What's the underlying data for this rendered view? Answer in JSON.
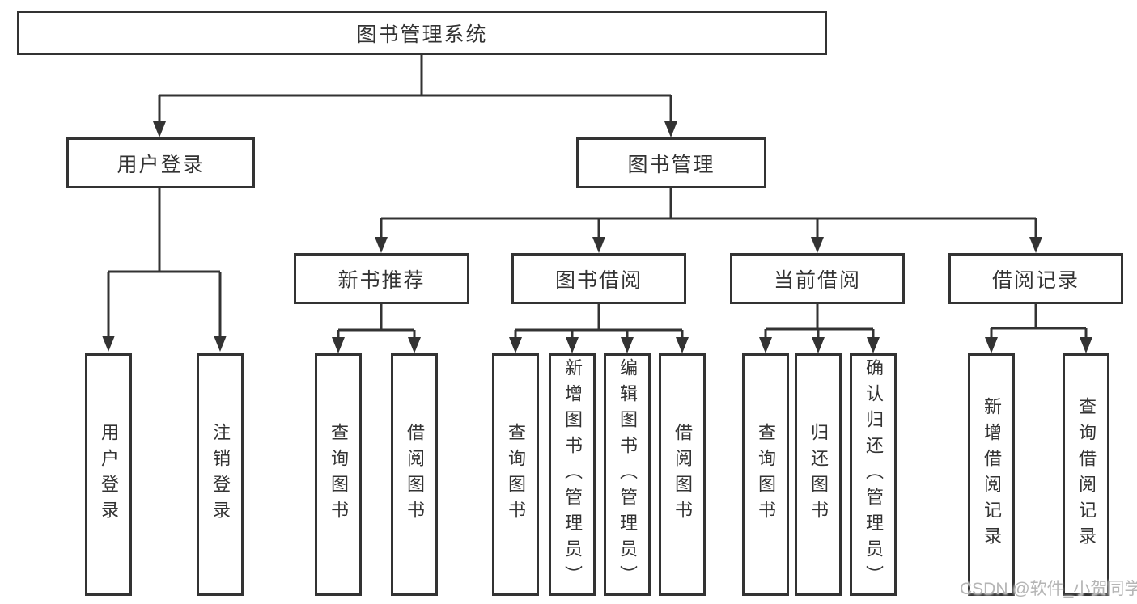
{
  "diagram": {
    "title": "图书管理系统",
    "level2": {
      "user_login": "用户登录",
      "book_mgmt": "图书管理"
    },
    "level3": {
      "new_books": "新书推荐",
      "book_borrow": "图书借阅",
      "current_borrow": "当前借阅",
      "borrow_records": "借阅记录"
    },
    "leaves": {
      "user_login": [
        "用户登录",
        "注销登录"
      ],
      "new_books": [
        "查询图书",
        "借阅图书"
      ],
      "book_borrow": [
        "查询图书",
        "新增图书（管理员）",
        "编辑图书（管理员）",
        "借阅图书"
      ],
      "current_borrow": [
        "查询图书",
        "归还图书",
        "确认归还（管理员）"
      ],
      "borrow_records": [
        "新增借阅记录",
        "查询借阅记录"
      ]
    }
  },
  "watermark": {
    "text": "CSDN @软件_小贺同学"
  },
  "colors": {
    "line": "#333333",
    "text": "#333333",
    "watermark": "#b5b5b5",
    "background": "#ffffff"
  }
}
